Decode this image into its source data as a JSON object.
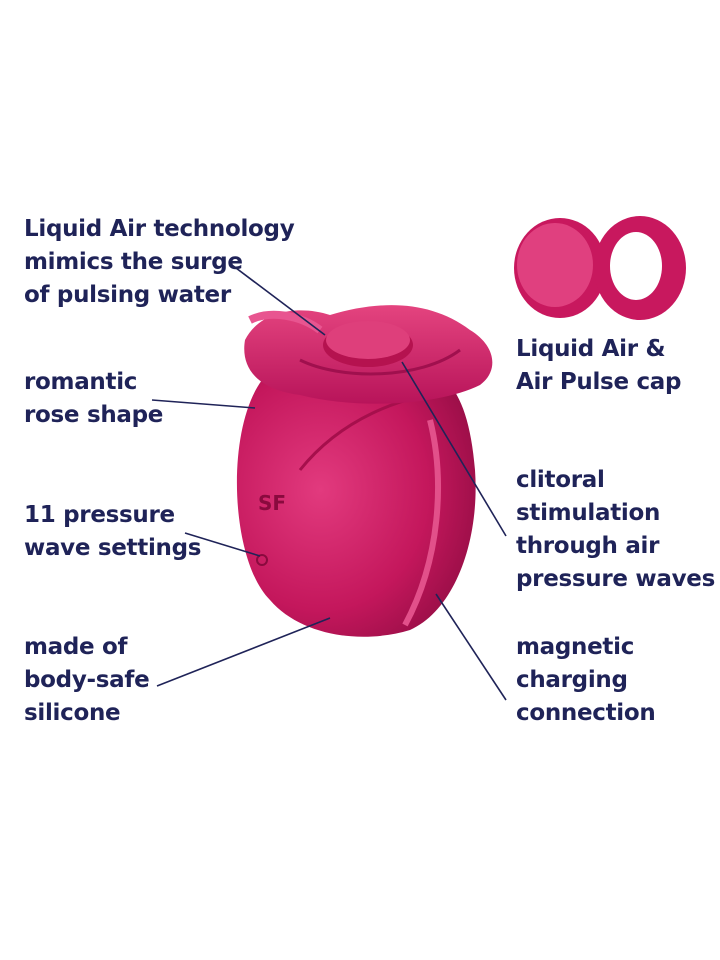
{
  "labels": {
    "liquid_air": [
      "Liquid Air technology",
      "mimics the surge",
      "of pulsing water"
    ],
    "rose_shape": [
      "romantic",
      "rose shape"
    ],
    "pressure": [
      "11 pressure",
      "wave settings"
    ],
    "silicone": [
      "made of",
      "body-safe",
      "silicone"
    ],
    "cap": [
      "Liquid Air &",
      "Air Pulse cap"
    ],
    "clitoral": [
      "clitoral",
      "stimulation",
      "through air",
      "pressure waves"
    ],
    "charging": [
      "magnetic",
      "charging",
      "connection"
    ]
  },
  "colors": {
    "text": "#1f2358",
    "product": "#c8185e",
    "product_light": "#e0407f",
    "product_dark": "#9c0e48"
  }
}
